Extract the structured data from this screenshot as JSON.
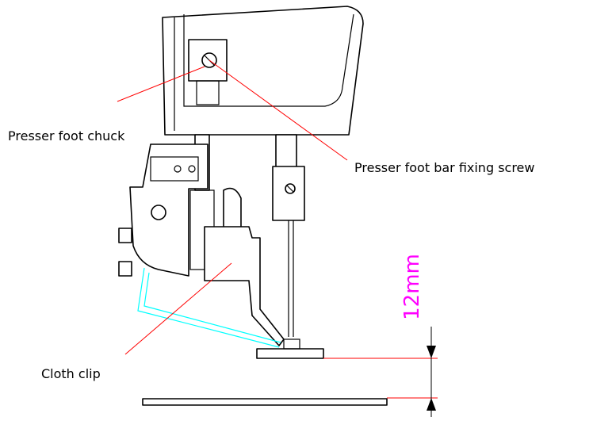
{
  "labels": {
    "presser_foot_chuck": "Presser foot chuck",
    "presser_foot_bar_fixing_screw": "Presser foot bar fixing screw",
    "cloth_clip": "Cloth clip"
  },
  "dimension": {
    "text": "12mm"
  },
  "colors": {
    "leader": "#ff0000",
    "dimension": "#ff00ff",
    "wire": "#00ffff",
    "outline": "#000000"
  }
}
